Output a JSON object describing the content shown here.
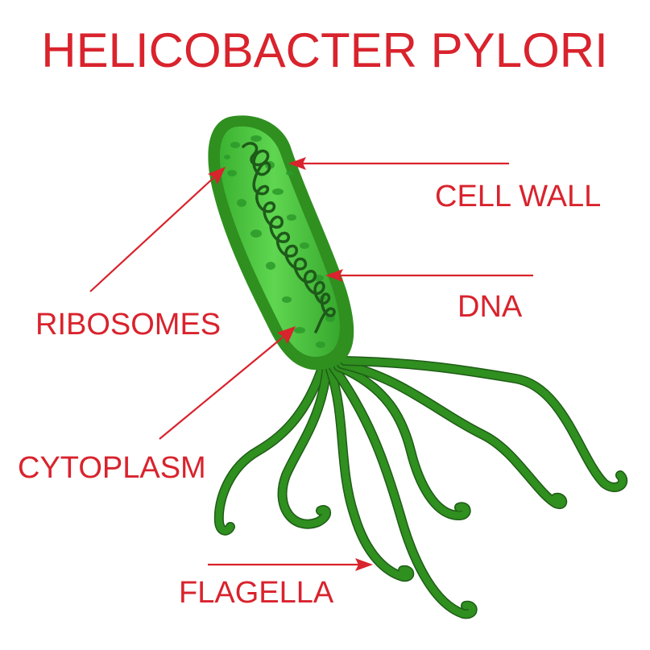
{
  "title": "HELICOBACTER PYLORI",
  "labels": {
    "cell_wall": "CELL WALL",
    "dna": "DNA",
    "ribosomes": "RIBOSOMES",
    "cytoplasm": "CYTOPLASM",
    "flagella": "FLAGELLA"
  },
  "colors": {
    "label": "#d9232d",
    "cell_wall": "#2f8f1f",
    "cytoplasm": "#43c43a",
    "dna": "#1e5a1a",
    "ribosome": "#2c9a2a"
  }
}
